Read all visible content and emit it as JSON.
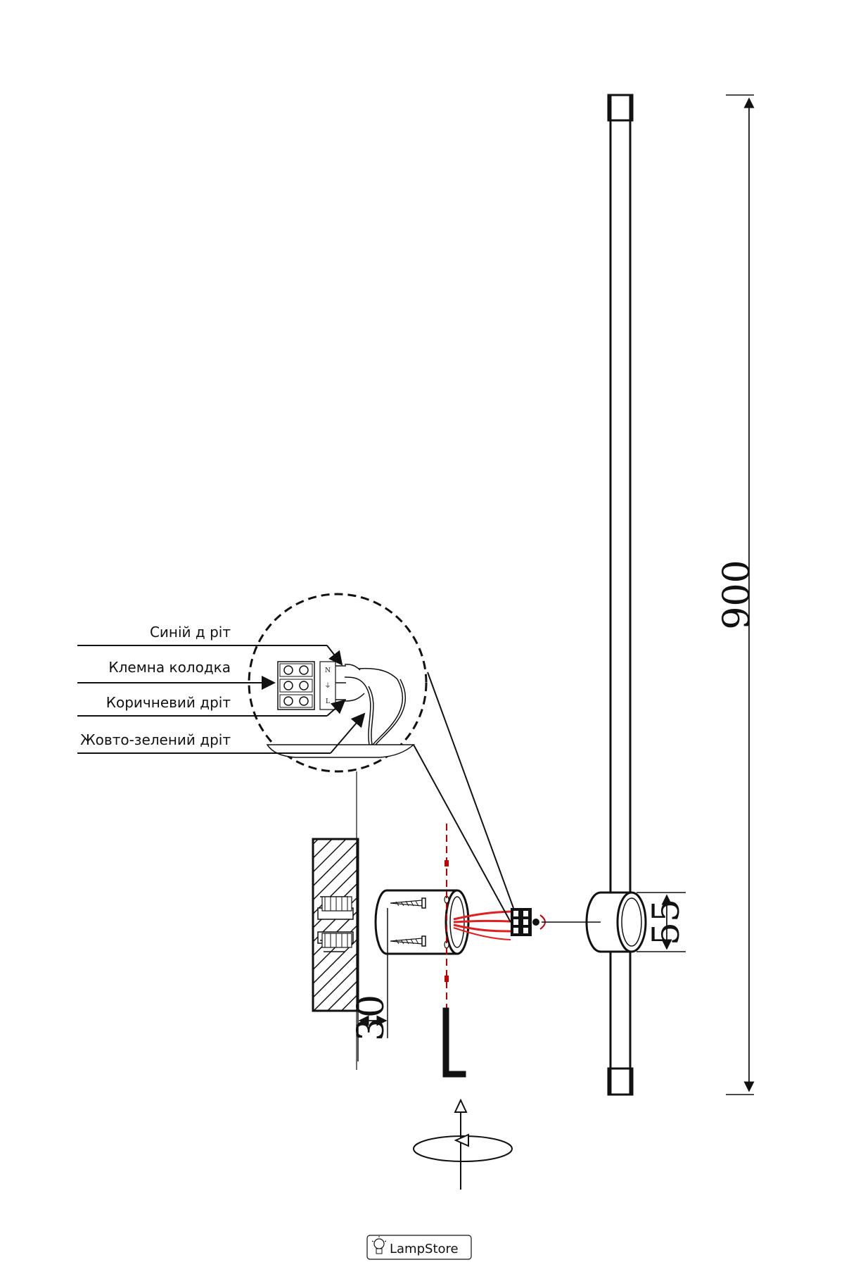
{
  "callouts": {
    "blue_wire": "Синій д ріт",
    "terminal_block": "Клемна колодка",
    "brown_wire": "Коричневий дріт",
    "yellow_green_wire": "Жовто-зелений дріт"
  },
  "terminal_letters": [
    "N",
    "⏚",
    "L"
  ],
  "dimensions": {
    "total_length": "900",
    "base_height": "55",
    "bracket_depth": "30"
  },
  "logo": {
    "text": "LampStore"
  },
  "colors": {
    "line": "#111111",
    "wire": "#e02020",
    "axis": "#c00000"
  }
}
